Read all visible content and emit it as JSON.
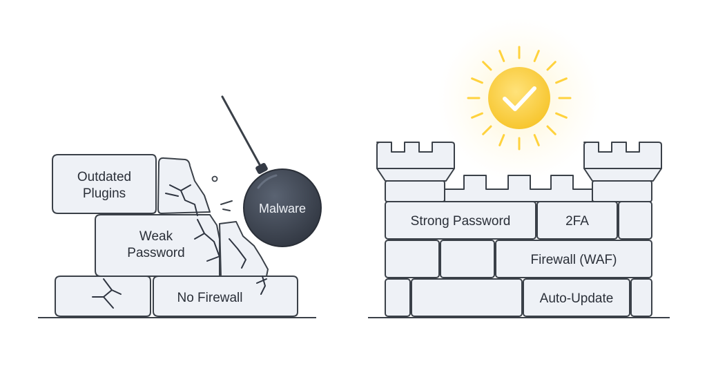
{
  "broken_wall": {
    "bricks": [
      "Outdated Plugins",
      "Weak Password",
      "No Firewall"
    ],
    "wrecking_ball": "Malware"
  },
  "strong_wall": {
    "bricks": [
      "Strong Password",
      "2FA",
      "Firewall (WAF)",
      "Auto-Update"
    ]
  },
  "colors": {
    "brick_fill": "#eef1f6",
    "outline": "#3a4048",
    "ball": "#424a57",
    "sun": "#ffd23d",
    "check": "#ffffff"
  },
  "icons": [
    "wrecking-ball-icon",
    "sun-check-icon",
    "castle-wall-icon",
    "broken-wall-icon"
  ]
}
